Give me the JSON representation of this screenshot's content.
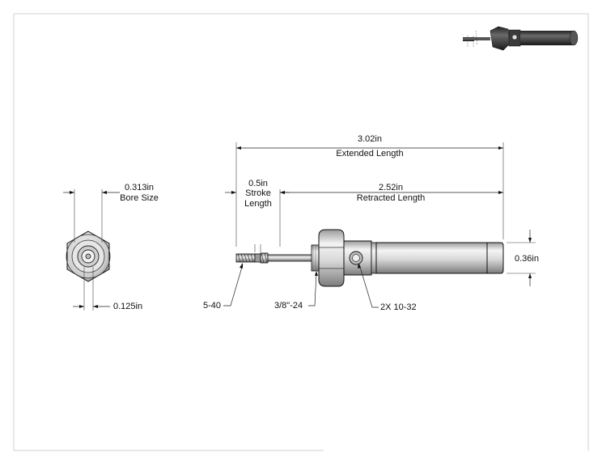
{
  "dimensions": {
    "extended_length": {
      "value": "3.02in",
      "label": "Extended Length"
    },
    "retracted_length": {
      "value": "2.52in",
      "label": "Retracted Length"
    },
    "stroke_length": {
      "value": "0.5in",
      "label_line1": "Stroke",
      "label_line2": "Length"
    },
    "bore_size": {
      "value": "0.313in",
      "label": "Bore Size"
    },
    "rod_diameter": {
      "value": "0.125in"
    },
    "body_diameter": {
      "value": "0.36in"
    }
  },
  "callouts": {
    "rod_thread": "5-40",
    "mount_thread": "3/8\"-24",
    "ports": "2X 10-32"
  },
  "colors": {
    "line": "#111111",
    "border": "#cccccc",
    "metal_light": "#f2f2f2",
    "metal_mid": "#cfcfcf",
    "metal_dark": "#8a8a8a",
    "render_body": "#3a3a3a"
  }
}
